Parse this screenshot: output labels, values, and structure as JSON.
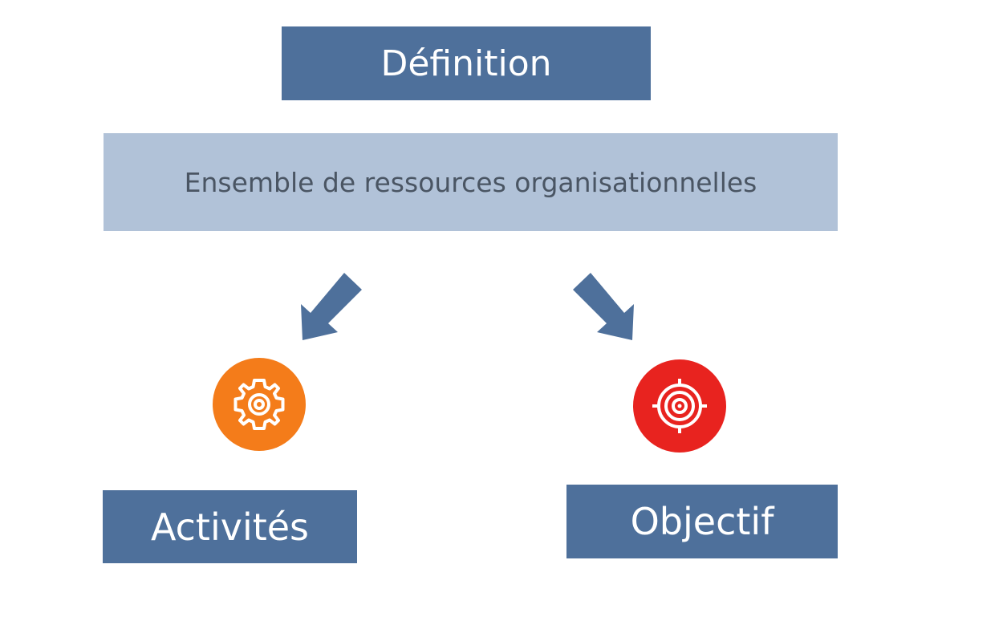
{
  "diagram": {
    "title": "Définition",
    "description": "Ensemble de ressources organisationnelles",
    "left_branch": {
      "label": "Activités",
      "icon": "gear-icon",
      "icon_color": "#f47c1a"
    },
    "right_branch": {
      "label": "Objectif",
      "icon": "target-icon",
      "icon_color": "#e8231f"
    },
    "colors": {
      "dark_box": "#4e709b",
      "light_box": "#b1c2d8",
      "arrow": "#4e709b"
    }
  }
}
